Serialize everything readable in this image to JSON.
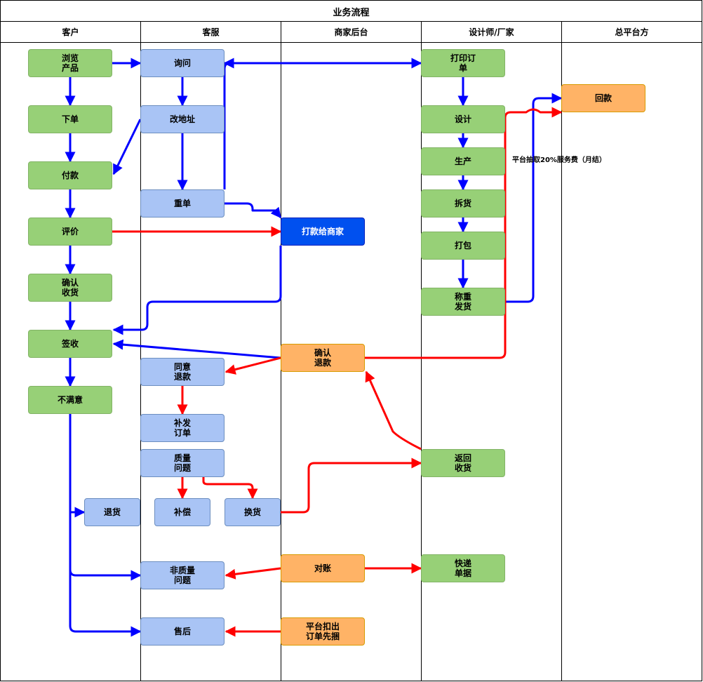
{
  "title": "业务流程",
  "lanes": {
    "customer": "客户",
    "service": "客服",
    "merchant": "商家后台",
    "designer": "设计师/厂家",
    "platform": "总平台方"
  },
  "nodes": {
    "browse": "浏览\n产品",
    "order": "下单",
    "pay": "付款",
    "review": "评价",
    "confirm_receipt": "确认\n收货",
    "sign": "签收",
    "unsatisfied": "不满意",
    "return_goods": "退货",
    "inquiry": "询问",
    "change_address": "改地址",
    "reorder": "重单",
    "agree_refund": "同意\n退款",
    "reissue_order": "补发\n订单",
    "quality_issue": "质量\n问题",
    "compensate": "补偿",
    "exchange": "换货",
    "non_quality_issue": "非质量\n问题",
    "after_sales": "售后",
    "pay_merchant": "打款给商家",
    "confirm_refund": "确认\n退款",
    "reconcile": "对账",
    "platform_deduct": "平台扣出\n订单先捆",
    "print_order": "打印订\n单",
    "design": "设计",
    "produce": "生产",
    "unpack": "拆货",
    "pack": "打包",
    "weigh_ship": "称重\n发货",
    "return_receive": "返回\n收货",
    "express_docs": "快递\n单据",
    "payment_back": "回款"
  },
  "note": "平台抽取20%服务费（月结）",
  "colors": {
    "green_fill": "#97d077",
    "blue_fill": "#a9c4f5",
    "orange_fill": "#ffb366",
    "dark_blue_fill": "#0050ef",
    "blue_arrow": "#0000ff",
    "red_arrow": "#ff0000"
  }
}
